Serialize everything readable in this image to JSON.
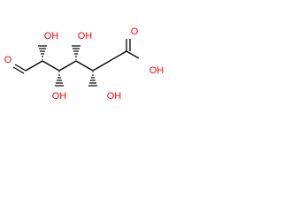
{
  "structure": {
    "atoms": {
      "aldehyde_oxygen": "O",
      "c2_hydroxyl": "OH",
      "c3_hydroxyl": "OH",
      "c4_hydroxyl": "OH",
      "c5_hydroxyl": "OH",
      "acid_carbonyl_oxygen": "O",
      "acid_hydroxyl": "OH"
    },
    "colors": {
      "bond": "#000000",
      "oxygen": "#ff0000"
    }
  }
}
